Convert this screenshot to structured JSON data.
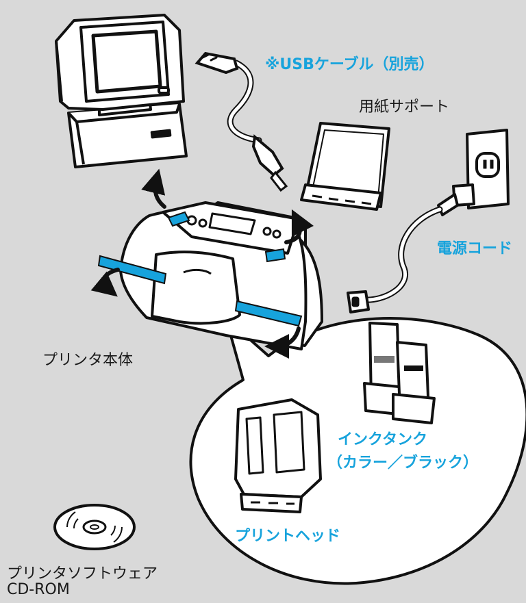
{
  "labels": {
    "usb_cable": "※USBケーブル（別売）",
    "paper_support": "用紙サポート",
    "power_cord": "電源コード",
    "printer_body": "プリンタ本体",
    "ink_tank_line1": "インクタンク",
    "ink_tank_line2": "（カラー／ブラック）",
    "print_head": "プリントヘッド",
    "software_line1": "プリンタソフトウェア",
    "software_line2": "CD-ROM"
  },
  "colors": {
    "background": "#d9d9d9",
    "accent_blue": "#17a3dc",
    "ink_outline": "#111111",
    "fill_white": "#ffffff"
  }
}
